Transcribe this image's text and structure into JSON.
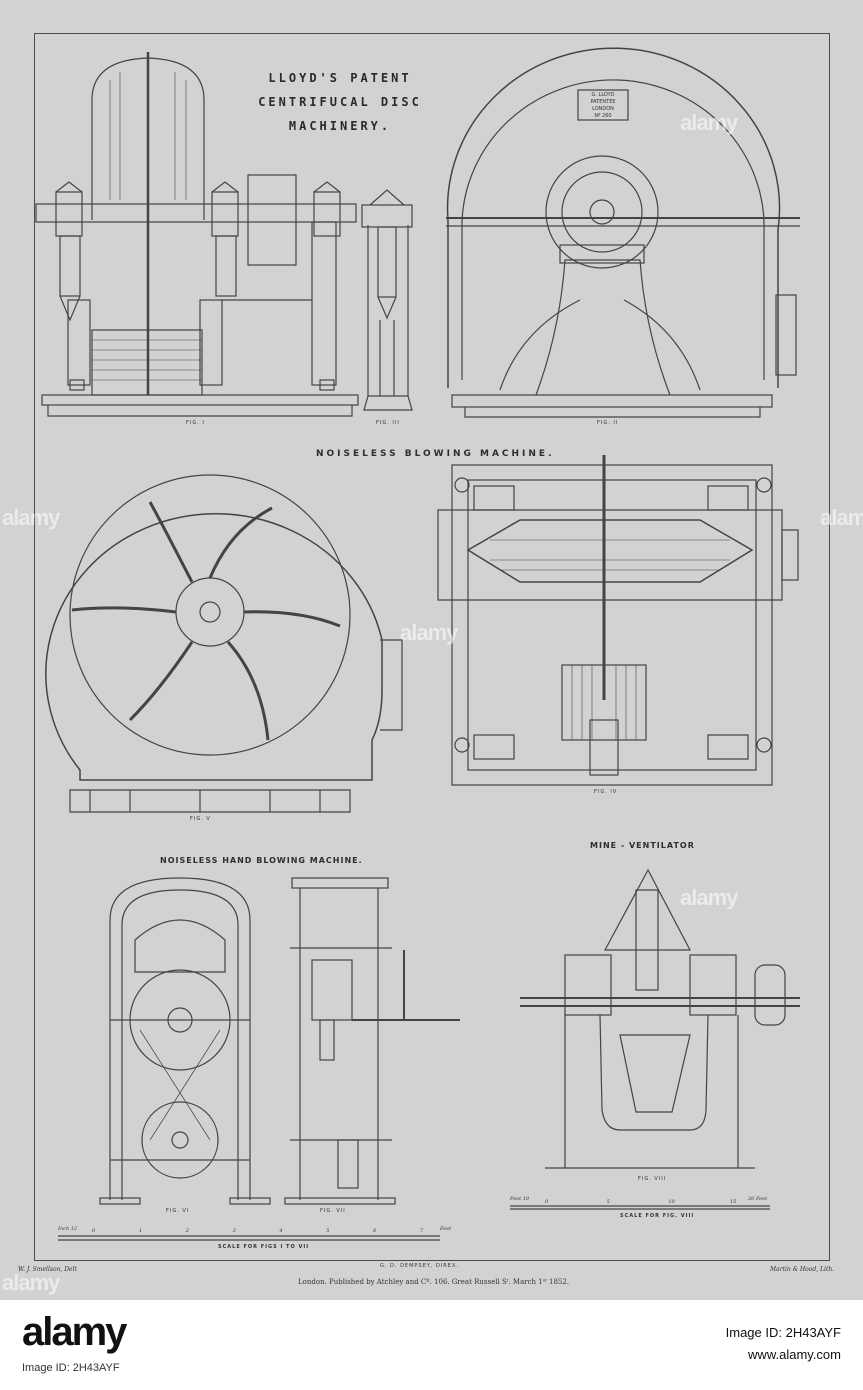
{
  "plate": {
    "title_lines": [
      "LLOYD'S PATENT",
      "CENTRIFUCAL DISC",
      "MACHINERY."
    ],
    "maker_plate": [
      "G. LLOYD",
      "PATENTEE",
      "LONDON",
      "Nº 260"
    ],
    "captions": {
      "noiseless_blowing": "NOISELESS   BLOWING   MACHINE.",
      "noiseless_hand": "NOISELESS   HAND   BLOWING   MACHINE.",
      "mine_ventilator": "MINE - VENTILATOR"
    },
    "figures": {
      "fig1": "FIG. I",
      "fig2": "FIG. II",
      "fig3": "FIG. III",
      "fig4": "FIG. IV",
      "fig5": "FIG. V",
      "fig6": "FIG. VI",
      "fig7": "FIG. VII",
      "fig8": "FIG. VIII"
    },
    "scales": {
      "main": "SCALE  FOR  FIGS  I  TO  VII",
      "main_start": "Inch 12",
      "main_end": "Feet",
      "main_ticks": [
        "0",
        "1",
        "2",
        "3",
        "4",
        "5",
        "6",
        "7"
      ],
      "viii": "SCALE  FOR  FIG. VIII",
      "viii_start": "Feet 10",
      "viii_end": "20 Feet",
      "viii_ticks": [
        "0",
        "5",
        "10",
        "15"
      ]
    },
    "director": "G. D. DEMPSEY, DIREX.",
    "delineator": "W. J. Smellson, Delt",
    "publisher": "London. Published by Atchley and Cº. 106. Great Russell Sᵗ. March 1ˢᵗ 1852.",
    "lithographer": "Martin & Hood, Lith."
  },
  "watermark": "alamy",
  "footer": {
    "brand": "alamy",
    "image_id": "Image ID: 2H43AYF",
    "url": "www.alamy.com"
  }
}
